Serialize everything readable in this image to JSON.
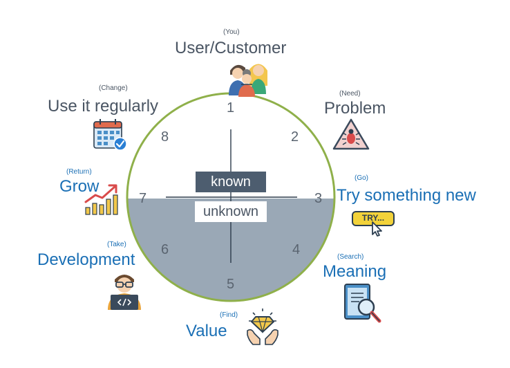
{
  "clock": {
    "numbers": [
      "1",
      "2",
      "3",
      "4",
      "5",
      "6",
      "7",
      "8"
    ],
    "known_label": "known",
    "unknown_label": "unknown",
    "colors": {
      "ring": "#8fb04a",
      "water": "#9aa8b6",
      "known_box": "#4d5d6f",
      "axis": "#2b3a4a"
    }
  },
  "stages": [
    {
      "id": "user",
      "sub": "(You)",
      "main": "User/Customer",
      "icon": "people-icon",
      "tone": "dark"
    },
    {
      "id": "problem",
      "sub": "(Need)",
      "main": "Problem",
      "icon": "bug-warning-icon",
      "tone": "dark"
    },
    {
      "id": "try",
      "sub": "(Go)",
      "main": "Try something new",
      "icon": "try-button-icon",
      "icon_text": "TRY...",
      "tone": "blue"
    },
    {
      "id": "meaning",
      "sub": "(Search)",
      "main": "Meaning",
      "icon": "book-search-icon",
      "tone": "blue"
    },
    {
      "id": "value",
      "sub": "(Find)",
      "main": "Value",
      "icon": "diamond-hands-icon",
      "tone": "blue"
    },
    {
      "id": "development",
      "sub": "(Take)",
      "main": "Development",
      "icon": "developer-icon",
      "tone": "blue"
    },
    {
      "id": "grow",
      "sub": "(Return)",
      "main": "Grow",
      "icon": "growth-chart-icon",
      "tone": "blue"
    },
    {
      "id": "use",
      "sub": "(Change)",
      "main": "Use it regularly",
      "icon": "calendar-check-icon",
      "tone": "dark"
    }
  ]
}
